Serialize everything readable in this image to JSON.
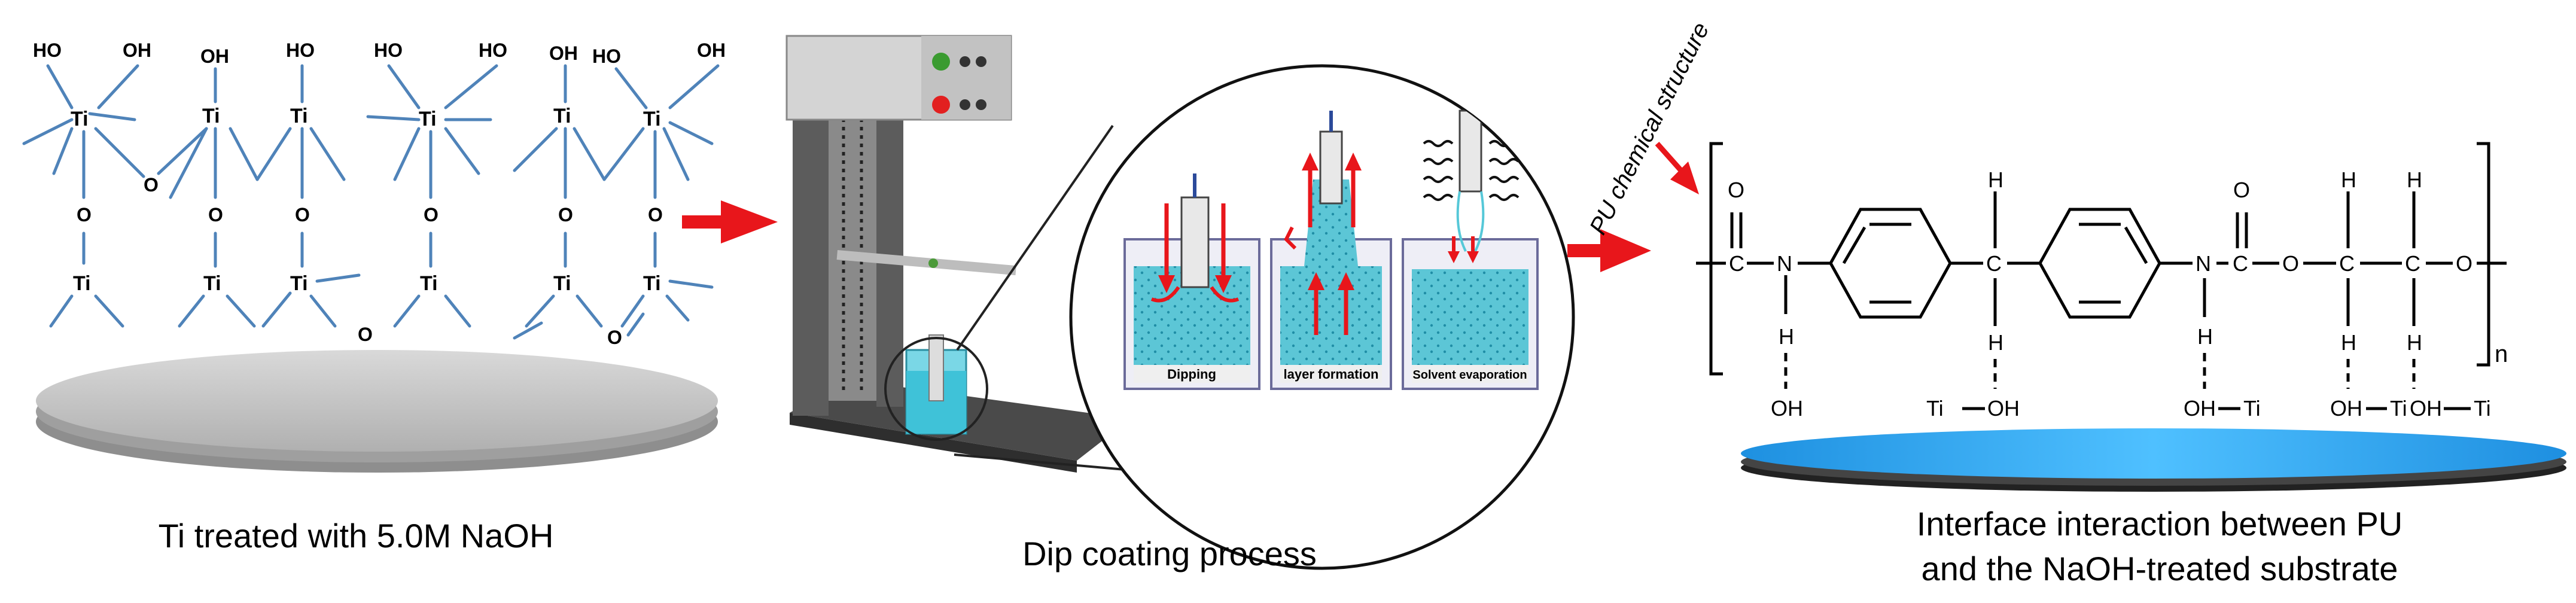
{
  "captions": {
    "left": "Ti treated with 5.0M NaOH",
    "middle": "Dip coating process",
    "right_line1": "Interface interaction between PU",
    "right_line2": "and the NaOH-treated substrate"
  },
  "steps": {
    "dipping": "Dipping",
    "layer": "layer formation",
    "evaporation": "Solvent evaporation"
  },
  "pu_label": "PU chemical structure",
  "subscript_n": "n",
  "atoms": {
    "ti": "Ti",
    "o": "O",
    "ho": "HO",
    "oh": "OH",
    "c": "C",
    "n": "N",
    "h": "H"
  },
  "colors": {
    "arrow_red": "#e8161b",
    "bond_blue": "#4f83b9",
    "substrate_blue": "#2ea8ee",
    "liquid_cyan": "#56c8d8",
    "disk_gray": "#bdbdbd"
  }
}
